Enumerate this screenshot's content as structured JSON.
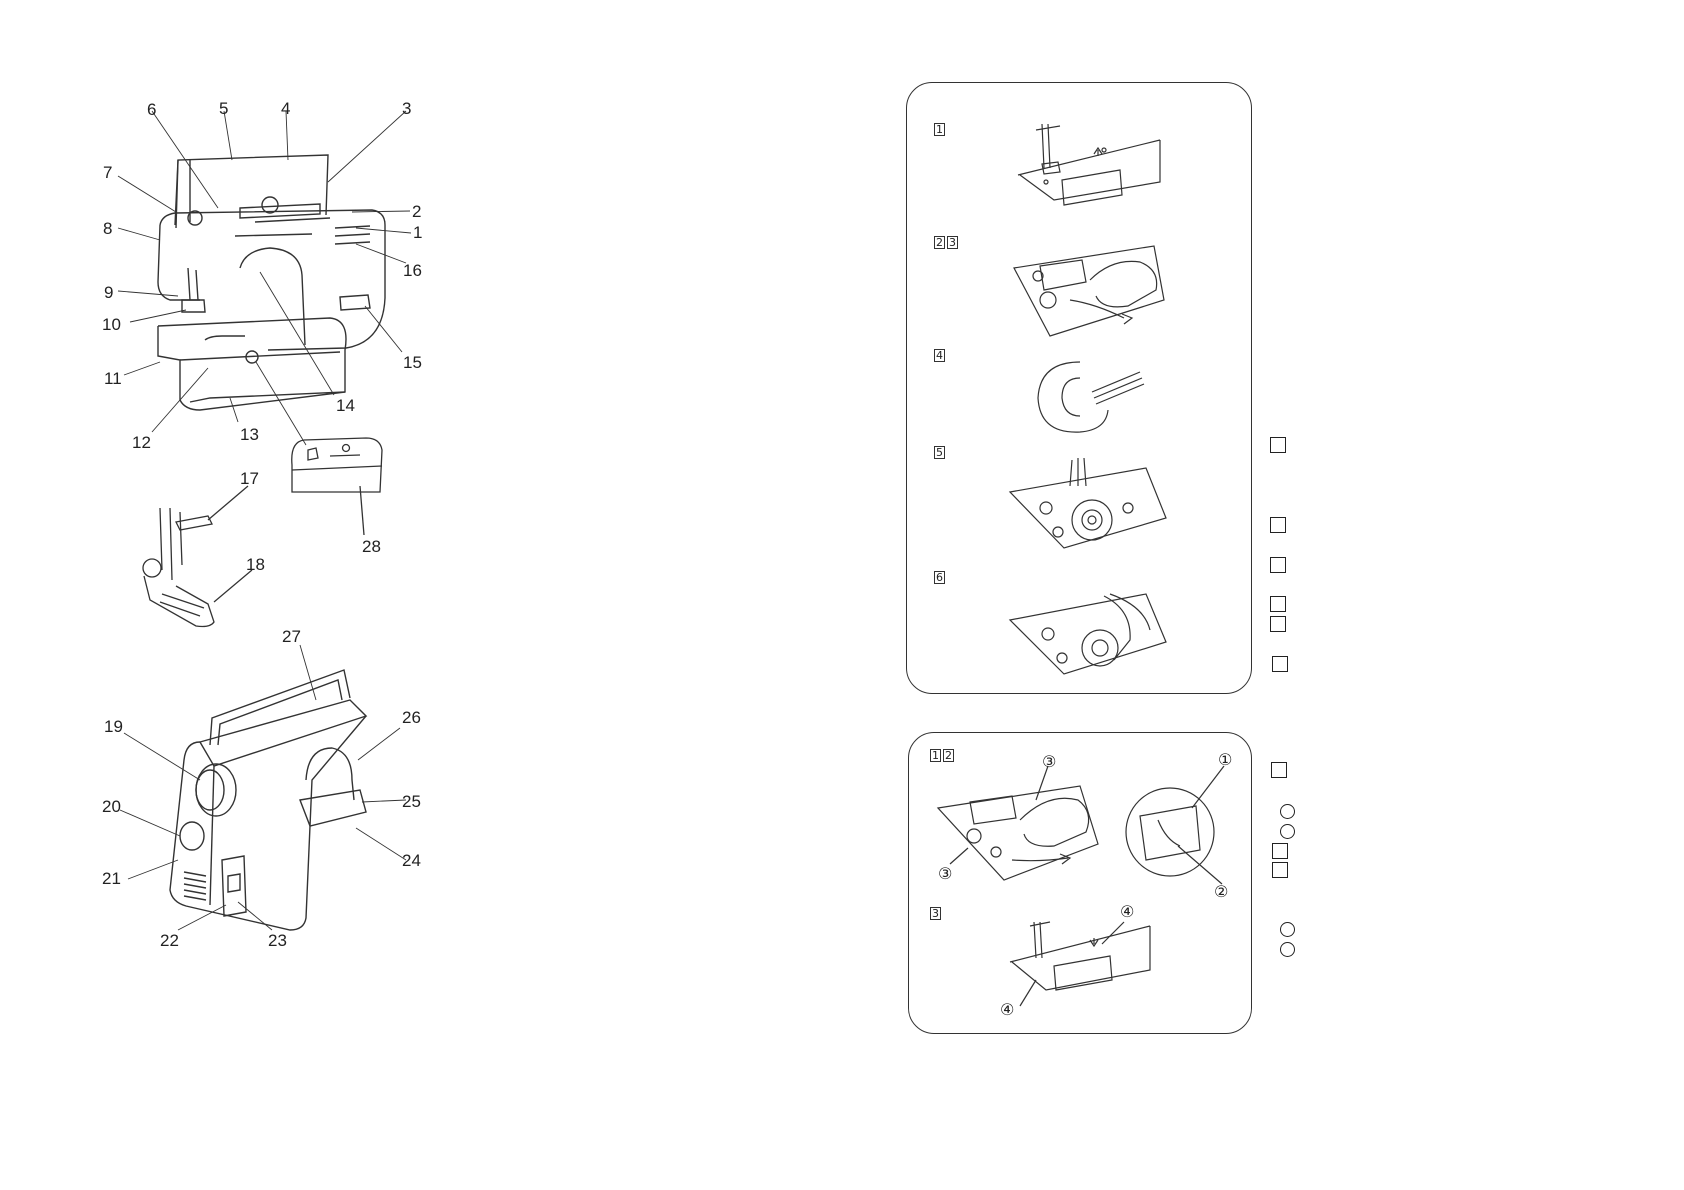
{
  "machine_front_labels": [
    "1",
    "2",
    "3",
    "4",
    "5",
    "6",
    "7",
    "8",
    "9",
    "10",
    "11",
    "12",
    "13",
    "14",
    "15",
    "16"
  ],
  "detail_labels": [
    "17",
    "18",
    "28"
  ],
  "machine_back_labels": [
    "19",
    "20",
    "21",
    "22",
    "23",
    "24",
    "25",
    "26",
    "27"
  ],
  "cleaning_panel": {
    "steps": [
      {
        "marks": [
          "1"
        ]
      },
      {
        "marks": [
          "2",
          "3"
        ]
      },
      {
        "marks": [
          "4"
        ]
      },
      {
        "marks": [
          "5"
        ]
      },
      {
        "marks": [
          "6"
        ]
      }
    ]
  },
  "hook_panel": {
    "steps": [
      {
        "marks": [
          "1",
          "2"
        ]
      },
      {
        "marks": [
          "3"
        ]
      }
    ],
    "callouts": [
      "③",
      "③",
      "①",
      "②",
      "④",
      "④"
    ]
  },
  "icons": {
    "machine_front": "sewing-machine-front-illustration",
    "machine_back": "sewing-machine-back-illustration",
    "presser_foot": "presser-foot-illustration",
    "free_arm_detail": "free-arm-inset-illustration",
    "needle_plate": "needle-plate-illustration",
    "bobbin_holder": "bobbin-holder-illustration",
    "brush": "lint-brush-illustration"
  }
}
